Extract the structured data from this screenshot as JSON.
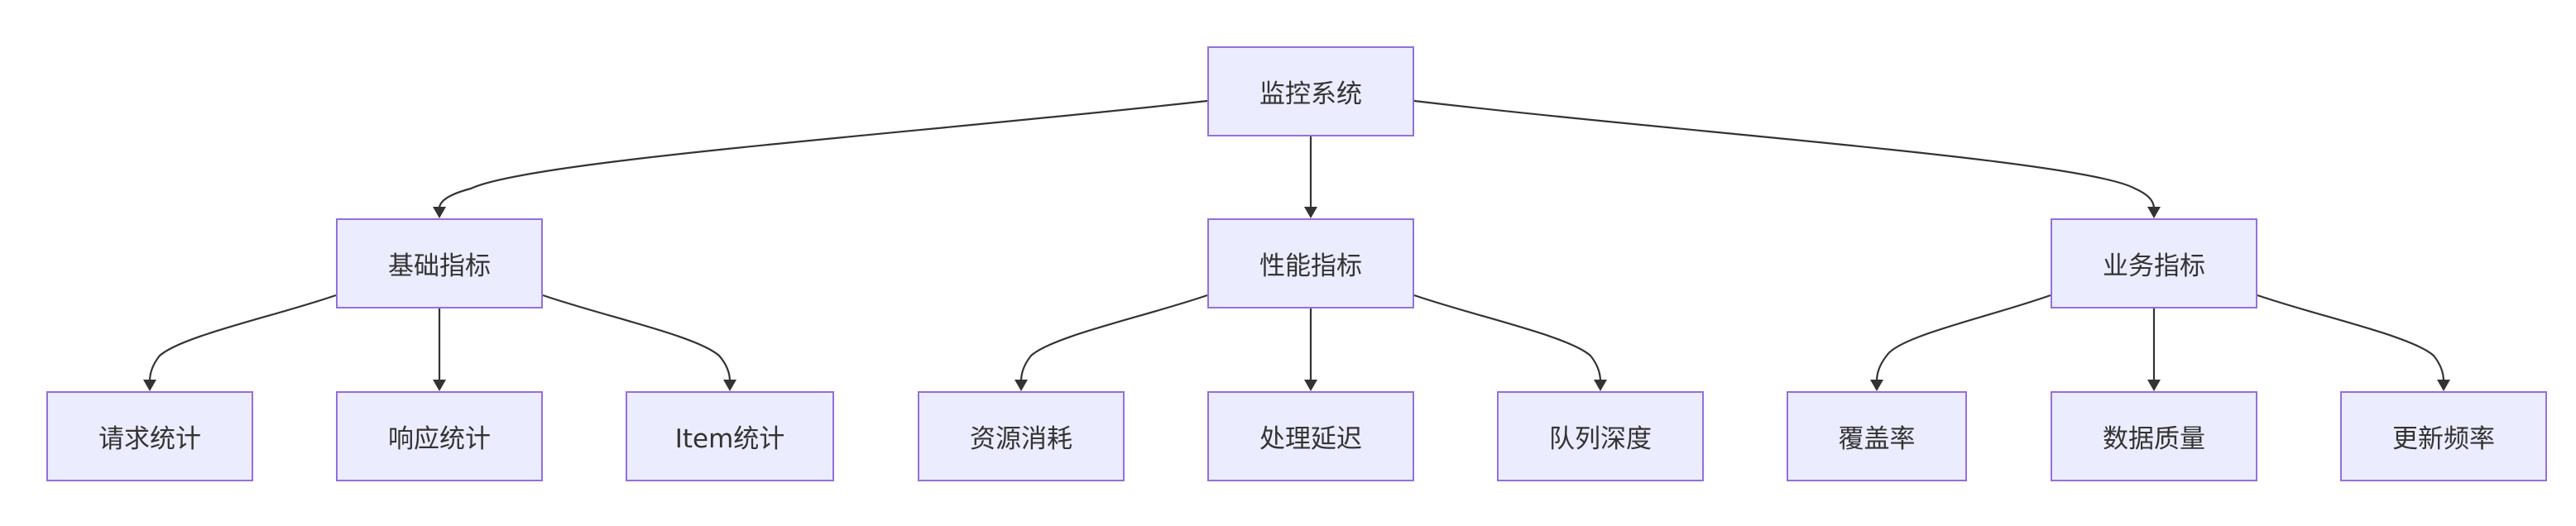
{
  "nodes": {
    "root": "监控系统",
    "basic": "基础指标",
    "performance": "性能指标",
    "business": "业务指标",
    "request_stats": "请求统计",
    "response_stats": "响应统计",
    "item_stats": "Item统计",
    "resource_usage": "资源消耗",
    "processing_latency": "处理延迟",
    "queue_depth": "队列深度",
    "coverage": "覆盖率",
    "data_quality": "数据质量",
    "update_frequency": "更新频率"
  },
  "colors": {
    "node_fill": "#ececff",
    "node_border": "#9370db",
    "edge": "#333333",
    "text": "#333333"
  }
}
